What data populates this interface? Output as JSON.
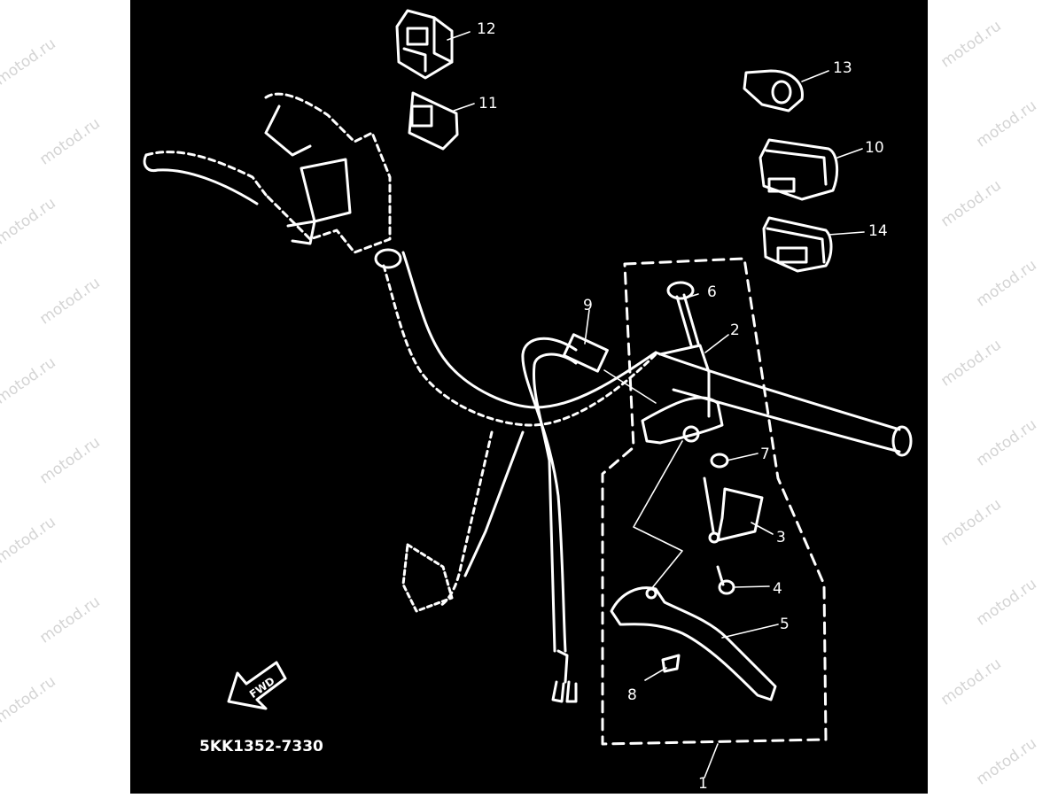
{
  "watermark": {
    "text": "motod.ru"
  },
  "diagram": {
    "part_code": "5KK1352-7330",
    "fwd_label": "FWD",
    "callouts": [
      "1",
      "2",
      "3",
      "4",
      "5",
      "6",
      "7",
      "8",
      "9",
      "10",
      "11",
      "12",
      "13",
      "14"
    ]
  },
  "colors": {
    "background": "#000000",
    "line": "#ffffff",
    "margin": "#ffffff",
    "watermark": "#d4d4d4"
  }
}
